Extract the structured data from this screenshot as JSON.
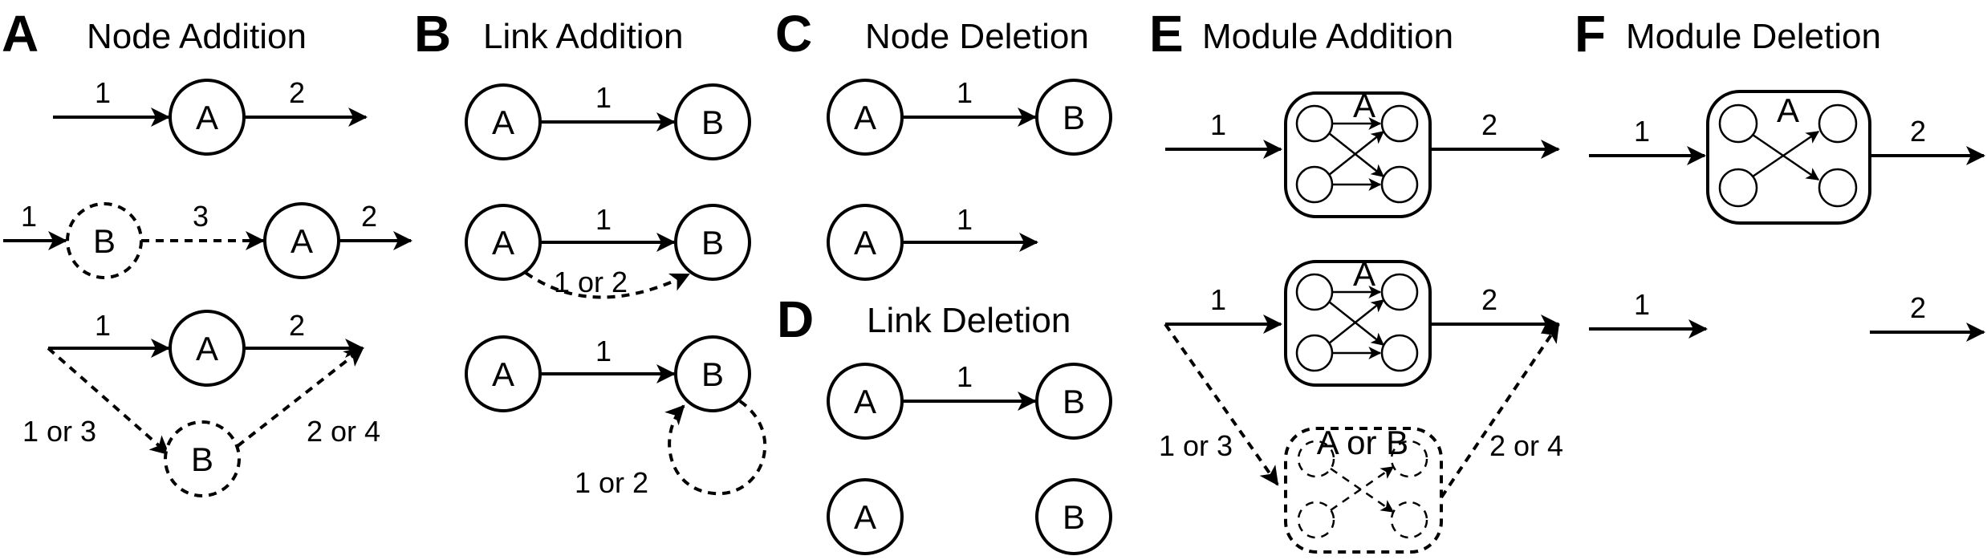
{
  "panels": {
    "A": {
      "letter": "A",
      "title": "Node Addition"
    },
    "B": {
      "letter": "B",
      "title": "Link Addition"
    },
    "C": {
      "letter": "C",
      "title": "Node Deletion"
    },
    "D": {
      "letter": "D",
      "title": "Link Deletion"
    },
    "E": {
      "letter": "E",
      "title": "Module Addition"
    },
    "F": {
      "letter": "F",
      "title": "Module Deletion"
    }
  },
  "nodes": {
    "a": "A",
    "b": "B",
    "a_or_b": "A or B"
  },
  "edges": {
    "one": "1",
    "two": "2",
    "three": "3",
    "one_or_two": "1 or 2",
    "one_or_three": "1 or 3",
    "two_or_four": "2 or 4"
  }
}
